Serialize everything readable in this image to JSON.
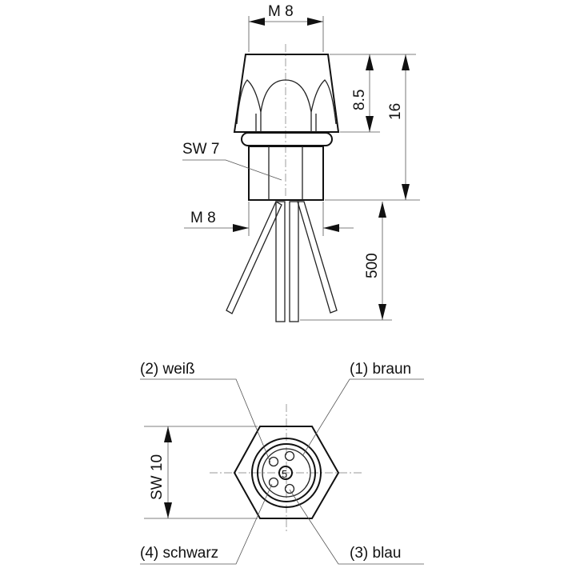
{
  "side_view": {
    "thread_top_label": "M 8",
    "dim_cap_height": "8.5",
    "dim_total_height": "16",
    "wrench_size_label": "SW 7",
    "thread_bottom_label": "M 8",
    "cable_length": "500"
  },
  "front_view": {
    "wrench_size_label": "SW 10",
    "pins": [
      {
        "label": "(1) braun"
      },
      {
        "label": "(2) weiß"
      },
      {
        "label": "(3) blau"
      },
      {
        "label": "(4) schwarz"
      }
    ],
    "center_mark": "5"
  }
}
